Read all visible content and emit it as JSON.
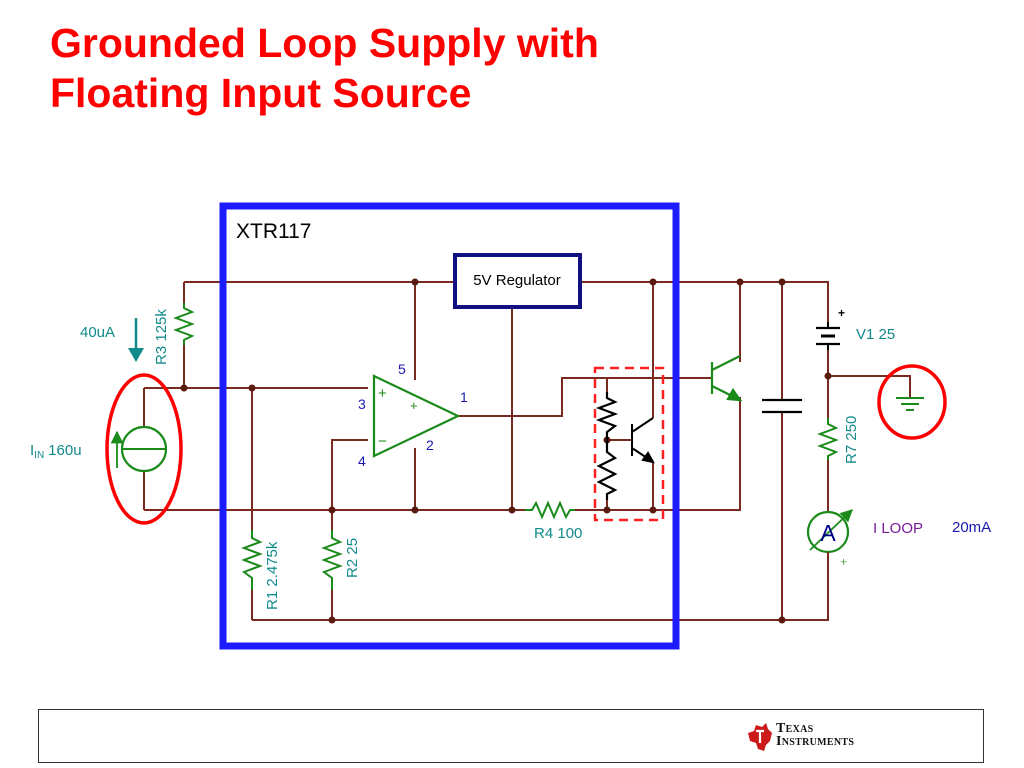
{
  "slide": {
    "title_line1": "Grounded Loop Supply with",
    "title_line2": "Floating Input Source"
  },
  "diagram": {
    "ic_name": "XTR117",
    "regulator_label": "5V Regulator",
    "opamp": {
      "pin_noninv": "3",
      "pin_inv": "4",
      "pin_supply": "5",
      "pin_gnd": "2",
      "pin_out": "1",
      "plus_sign": "+",
      "minus_sign": "−"
    },
    "r3": {
      "name": "R3",
      "value": "125k"
    },
    "r1": {
      "name": "R1",
      "value": "2.475k"
    },
    "r2": {
      "name": "R2",
      "value": "25"
    },
    "r4": {
      "name": "R4",
      "value": "100"
    },
    "r7": {
      "name": "R7",
      "value": "250"
    },
    "v1": {
      "name": "V1",
      "value": "25",
      "plus": "+"
    },
    "iin": {
      "name": "I",
      "sub": "IN",
      "value": "160u"
    },
    "current_40ua": "40uA",
    "ammeter": {
      "symbol": "A",
      "label": "I LOOP",
      "reading": "20mA",
      "plus": "+"
    },
    "colors": {
      "wire": "#7a2a1e",
      "ic_border": "#1c1cff",
      "component": "#1a8a1a",
      "label_teal": "#128a8a",
      "label_blue": "#1818b0",
      "highlight": "#ff0000",
      "purple": "#7a1a9a",
      "regulator_border": "#101080"
    }
  },
  "footer": {
    "brand_line1": "Texas",
    "brand_line2": "Instruments"
  }
}
